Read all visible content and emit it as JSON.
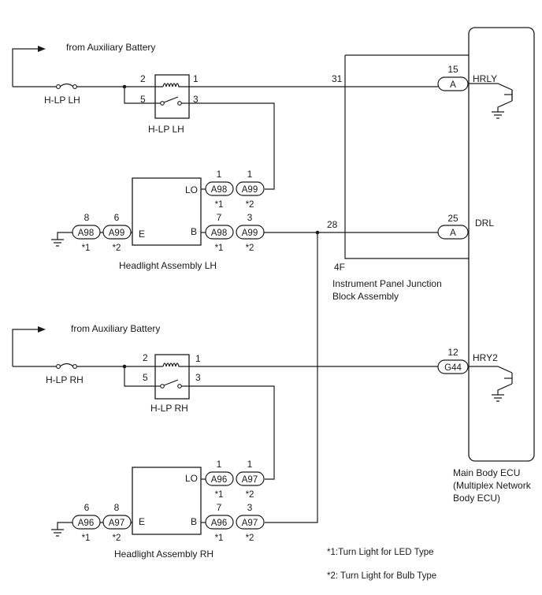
{
  "supply_label": "from Auxiliary Battery",
  "fuses": {
    "lh": "H-LP LH",
    "rh": "H-LP RH"
  },
  "relays": {
    "lh": {
      "label": "H-LP LH",
      "pins": [
        "2",
        "1",
        "5",
        "3"
      ]
    },
    "rh": {
      "label": "H-LP RH",
      "pins": [
        "2",
        "1",
        "5",
        "3"
      ]
    }
  },
  "headlights": {
    "lh": {
      "title": "Headlight Assembly LH",
      "terminals": {
        "lo": "LO",
        "b": "B",
        "e": "E"
      },
      "lo_conn": [
        {
          "name": "A98",
          "pin": "1",
          "note": "*1"
        },
        {
          "name": "A99",
          "pin": "1",
          "note": "*2"
        }
      ],
      "b_conn": [
        {
          "name": "A98",
          "pin": "7",
          "note": "*1"
        },
        {
          "name": "A99",
          "pin": "3",
          "note": "*2"
        }
      ],
      "e_conn": [
        {
          "name": "A98",
          "pin": "8",
          "note": "*1"
        },
        {
          "name": "A99",
          "pin": "6",
          "note": "*2"
        }
      ]
    },
    "rh": {
      "title": "Headlight Assembly RH",
      "terminals": {
        "lo": "LO",
        "b": "B",
        "e": "E"
      },
      "lo_conn": [
        {
          "name": "A96",
          "pin": "1",
          "note": "*1"
        },
        {
          "name": "A97",
          "pin": "1",
          "note": "*2"
        }
      ],
      "b_conn": [
        {
          "name": "A96",
          "pin": "7",
          "note": "*1"
        },
        {
          "name": "A97",
          "pin": "3",
          "note": "*2"
        }
      ],
      "e_conn": [
        {
          "name": "A96",
          "pin": "6",
          "note": "*1"
        },
        {
          "name": "A97",
          "pin": "8",
          "note": "*2"
        }
      ]
    }
  },
  "junction_block": {
    "code": "4F",
    "name_line1": "Instrument Panel Junction",
    "name_line2": "Block Assembly",
    "pin_top": "31",
    "pin_mid": "28"
  },
  "ecu": {
    "line1": "Main Body ECU",
    "line2": "(Multiplex Network",
    "line3": "Body ECU)",
    "terminals": [
      {
        "pin": "15",
        "conn": "A",
        "signal": "HRLY"
      },
      {
        "pin": "25",
        "conn": "A",
        "signal": "DRL"
      },
      {
        "pin": "12",
        "conn": "G44",
        "signal": "HRY2"
      }
    ]
  },
  "notes": [
    "*1:Turn Light for LED Type",
    "*2: Turn Light for Bulb Type"
  ]
}
